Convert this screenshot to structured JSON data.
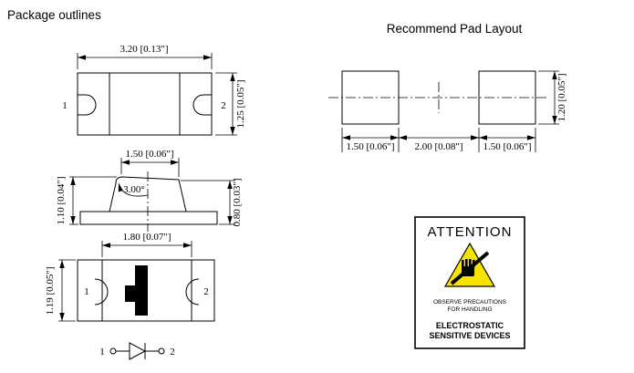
{
  "colors": {
    "line": "#000000",
    "esd_yellow": "#f6e400",
    "background": "#ffffff"
  },
  "titles": {
    "package_outlines": "Package outlines",
    "pad_layout": "Recommend Pad Layout"
  },
  "top_view": {
    "width_dim": "3.20 [0.13\"]",
    "height_dim": "1.25 [0.05\"]",
    "pin1": "1",
    "pin2": "2"
  },
  "side_view": {
    "top_width_dim": "1.50 [0.06\"]",
    "angle": "3.00°",
    "total_height_dim": "1.10 [0.04\"]",
    "body_height_dim": "0.80 [0.03\"]"
  },
  "bottom_view": {
    "inner_width_dim": "1.80 [0.07\"]",
    "height_dim": "1.19 [0.05\"]",
    "pin1": "1",
    "pin2": "2"
  },
  "schematic": {
    "pin1": "1",
    "pin2": "2"
  },
  "pad_layout": {
    "left_pad_width_dim": "1.50 [0.06\"]",
    "gap_dim": "2.00 [0.08\"]",
    "right_pad_width_dim": "1.50 [0.06\"]",
    "pad_height_dim": "1.20 [0.05\"]"
  },
  "attention_label": {
    "title": "ATTENTION",
    "caution_line1": "OBSERVE PRECAUTIONS",
    "caution_line2": "FOR HANDLING",
    "warning_line1": "ELECTROSTATIC",
    "warning_line2": "SENSITIVE DEVICES"
  }
}
